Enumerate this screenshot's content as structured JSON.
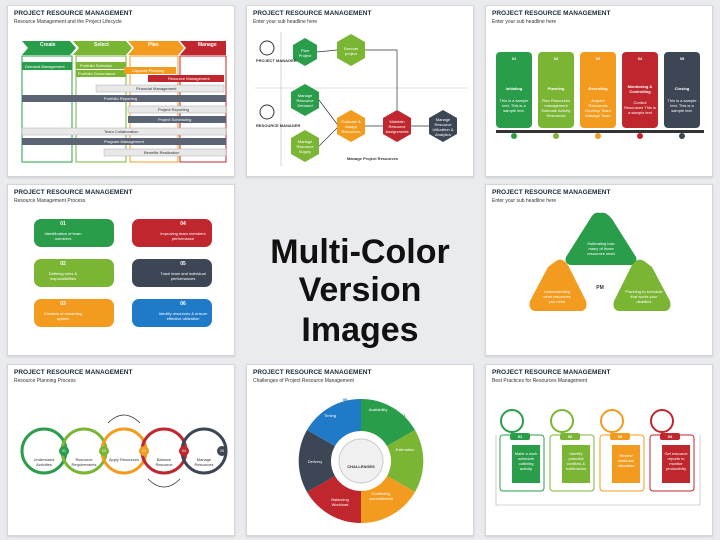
{
  "center": {
    "line1": "Multi-Color",
    "line2": "Version Images"
  },
  "slides": [
    {
      "title": "PROJECT RESOURCE MANAGEMENT",
      "subtitle": "Resource Management and the Project Lifecycle",
      "phases": [
        "Create",
        "Select",
        "Plan",
        "Manage"
      ],
      "bars": [
        "Demand Management",
        "Portfolio Selection",
        "Portfolio Governance",
        "Capacity Planning",
        "Resource Management",
        "Financial Management",
        "Portfolio Reporting",
        "Project Reporting",
        "Project Scheduling",
        "Team Collaboration",
        "Program Management",
        "Benefits Realization"
      ]
    },
    {
      "title": "PROJECT RESOURCE MANAGEMENT",
      "subtitle": "Enter your sub headline here",
      "roles": [
        "PROJECT MANAGER",
        "RESOURCE MANAGER"
      ],
      "nodes": [
        "Plan Project",
        "Execute project",
        "Manage Resource Demand",
        "Manage Resource Supply",
        "Evaluate & Assign Resources",
        "Maintain Resource Assignments",
        "Manage Resource Utilization & Analytics"
      ],
      "footer": "Manage Project Resources"
    },
    {
      "title": "PROJECT RESOURCE MANAGEMENT",
      "subtitle": "Enter your sub headline here",
      "cards": [
        {
          "num": "01",
          "name": "Initiating",
          "text": "This is a sample text. This is a sample text.",
          "color": "#2a9d4a"
        },
        {
          "num": "02",
          "name": "Planning",
          "text": "Plan Resources management Estimate Activity Resources",
          "color": "#7bb534"
        },
        {
          "num": "03",
          "name": "Executing",
          "text": "Acquire Resources Develop Team Manage Team",
          "color": "#f29b1f"
        },
        {
          "num": "04",
          "name": "Monitoring & Controlling",
          "text": "Control Resources This is a sample text",
          "color": "#c0262d"
        },
        {
          "num": "05",
          "name": "Closing",
          "text": "This is a sample text. This is a sample text.",
          "color": "#3d4655"
        }
      ]
    },
    {
      "title": "PROJECT RESOURCE MANAGEMENT",
      "subtitle": "Resource Management Process",
      "steps": [
        {
          "num": "01",
          "text": "Identification of team members",
          "color": "#2a9d4a"
        },
        {
          "num": "02",
          "text": "Defining roles & responsibilities",
          "color": "#7bb534"
        },
        {
          "num": "03",
          "text": "Creation of rewarding system",
          "color": "#f29b1f"
        },
        {
          "num": "04",
          "text": "Improving team members performance",
          "color": "#c0262d"
        },
        {
          "num": "05",
          "text": "Track team and individual performances",
          "color": "#3d4655"
        },
        {
          "num": "06",
          "text": "Identify resources & ensure effective utilization",
          "color": "#1f7ac7"
        }
      ]
    },
    {
      "title": "PROJECT RESOURCE MANAGEMENT",
      "subtitle": "Enter your sub headline here",
      "center": "PM",
      "petals": [
        "Estimating how many of those resources need",
        "Understanding what resources you need",
        "Planning to schedule that works your deadline"
      ]
    },
    {
      "title": "PROJECT RESOURCE MANAGEMENT",
      "subtitle": "Resource Planning Process",
      "circles": [
        {
          "num": "01",
          "text": "Understand Activities",
          "color": "#2a9d4a"
        },
        {
          "num": "02",
          "text": "Resource Requirements",
          "color": "#7bb534"
        },
        {
          "num": "03",
          "text": "Apply Resources",
          "color": "#f29b1f"
        },
        {
          "num": "04",
          "text": "Balance Resource",
          "color": "#c0262d"
        },
        {
          "num": "05",
          "text": "Manage Resources",
          "color": "#3d4655"
        }
      ]
    },
    {
      "title": "PROJECT RESOURCE MANAGEMENT",
      "subtitle": "Challenges of Project Resource Management",
      "hub": "CHALLENGES",
      "segments": [
        {
          "num": "01",
          "text": "Availability",
          "color": "#2a9d4a"
        },
        {
          "num": "02",
          "text": "Estimation",
          "color": "#7bb534"
        },
        {
          "num": "03",
          "text": "Conflicting commitments",
          "color": "#f29b1f"
        },
        {
          "num": "04",
          "text": "Balancing Workload",
          "color": "#c0262d"
        },
        {
          "num": "05",
          "text": "Delivery",
          "color": "#3d4655"
        },
        {
          "num": "06",
          "text": "Timing",
          "color": "#1f7ac7"
        }
      ]
    },
    {
      "title": "PROJECT RESOURCE MANAGEMENT",
      "subtitle": "Best Practices for Resources Management",
      "items": [
        {
          "num": "01",
          "text": "Make a work schedule outlining activity",
          "color": "#2a9d4a"
        },
        {
          "num": "02",
          "text": "Identify potential conflicts & bottlenecks",
          "color": "#7bb534"
        },
        {
          "num": "03",
          "text": "Review workload allocation",
          "color": "#f29b1f"
        },
        {
          "num": "04",
          "text": "Get resource reports to monitor productivity",
          "color": "#c0262d"
        }
      ]
    }
  ]
}
